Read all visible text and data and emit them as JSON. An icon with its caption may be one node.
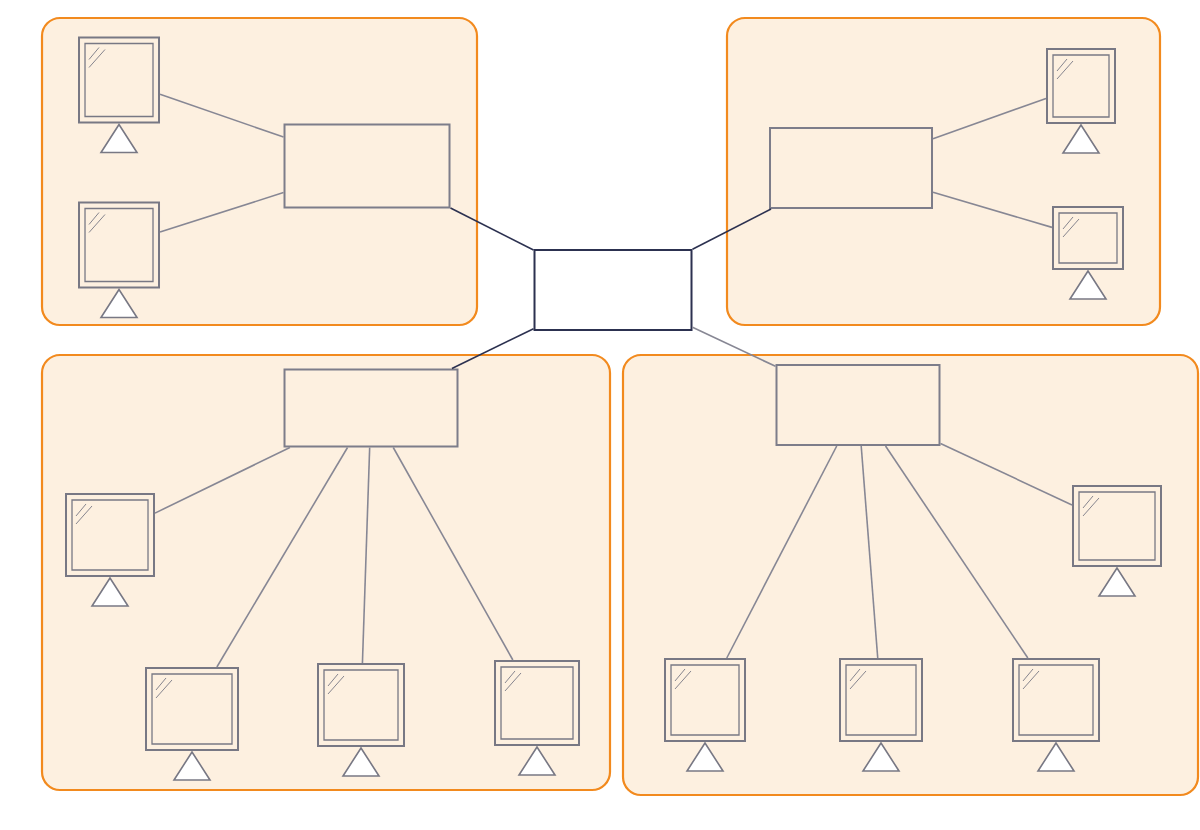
{
  "diagram": {
    "nodes": [
      {
        "text": [],
        "shape": "box"
      },
      {
        "text": [],
        "shape": "monitor",
        "in": 0
      },
      {
        "text": [],
        "shape": "monitor",
        "in": 0
      },
      {
        "text": [],
        "shape": "box",
        "in": 0
      },
      {
        "text": [],
        "shape": "box"
      },
      {
        "text": [],
        "shape": "box",
        "in": 4
      },
      {
        "text": [],
        "shape": "monitor",
        "in": 4
      },
      {
        "text": [],
        "shape": "monitor",
        "in": 4
      },
      {
        "text": [],
        "shape": "box"
      },
      {
        "text": [],
        "shape": "box"
      },
      {
        "text": [],
        "shape": "box",
        "in": 9
      },
      {
        "text": [],
        "shape": "monitor",
        "in": 9
      },
      {
        "text": [],
        "shape": "monitor",
        "in": 9
      },
      {
        "text": [],
        "shape": "monitor",
        "in": 9
      },
      {
        "text": [],
        "shape": "monitor",
        "in": 9
      },
      {
        "text": [],
        "shape": "box"
      },
      {
        "text": [],
        "shape": "box",
        "in": 15
      },
      {
        "text": [],
        "shape": "monitor",
        "in": 15
      },
      {
        "text": [],
        "shape": "monitor",
        "in": 15
      },
      {
        "text": [],
        "shape": "monitor",
        "in": 15
      },
      {
        "text": [],
        "shape": "monitor",
        "in": 15
      }
    ],
    "edges": [
      {
        "from": 1,
        "to": 3,
        "arrow": "none"
      },
      {
        "from": 2,
        "to": 3,
        "arrow": "none"
      },
      {
        "from": 3,
        "to": 8,
        "arrow": "none",
        "color": "#2c3150"
      },
      {
        "from": 5,
        "to": 6,
        "arrow": "none"
      },
      {
        "from": 5,
        "to": 7,
        "arrow": "none"
      },
      {
        "from": 8,
        "to": 5,
        "arrow": "none",
        "color": "#2c3150"
      },
      {
        "from": 8,
        "to": 10,
        "arrow": "none",
        "color": "#2c3150"
      },
      {
        "from": 8,
        "to": 16,
        "arrow": "none"
      },
      {
        "from": 10,
        "to": 11,
        "arrow": "none"
      },
      {
        "from": 10,
        "to": 12,
        "arrow": "none"
      },
      {
        "from": 10,
        "to": 13,
        "arrow": "none"
      },
      {
        "from": 10,
        "to": 14,
        "arrow": "none"
      },
      {
        "from": 16,
        "to": 17,
        "arrow": "none"
      },
      {
        "from": 16,
        "to": 18,
        "arrow": "none"
      },
      {
        "from": 16,
        "to": 19,
        "arrow": "none"
      },
      {
        "from": 16,
        "to": 20,
        "arrow": "none"
      }
    ]
  }
}
